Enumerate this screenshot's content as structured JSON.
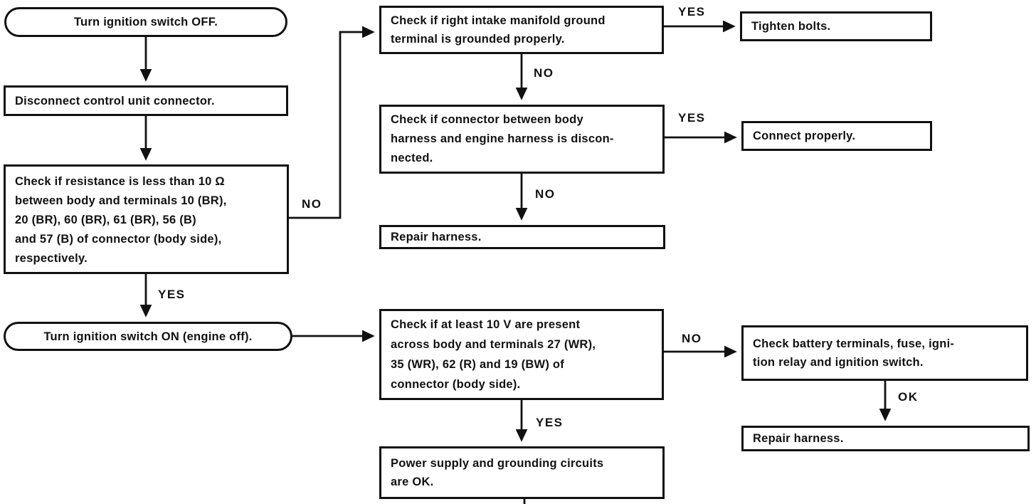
{
  "colors": {
    "ink": "#111111",
    "paper": "#ffffff"
  },
  "diagram": {
    "type": "flowchart",
    "subject": "power-supply-and-grounding-circuit-troubleshooting",
    "nodes": [
      {
        "id": "turn-ignition-off",
        "shape": "terminator",
        "label": "Turn ignition switch OFF."
      },
      {
        "id": "disconnect-cu",
        "shape": "process",
        "label": "Disconnect control unit connector."
      },
      {
        "id": "check-resistance",
        "shape": "process",
        "label": "Check if resistance is less than 10 Ω\nbetween body and terminals 10 (BR),\n20 (BR), 60 (BR), 61 (BR), 56 (B)\nand 57 (B) of connector (body side),\nrespectively."
      },
      {
        "id": "turn-ignition-on",
        "shape": "terminator",
        "label": "Turn ignition switch ON (engine off)."
      },
      {
        "id": "check-manifold",
        "shape": "process",
        "label": "Check if right intake manifold ground\nterminal is grounded properly."
      },
      {
        "id": "check-connector",
        "shape": "process",
        "label": "Check if connector between body\nharness and engine harness is discon-\nnected."
      },
      {
        "id": "repair-harness-mid",
        "shape": "process",
        "label": "Repair harness."
      },
      {
        "id": "check-voltage",
        "shape": "process",
        "label": "Check if at least 10 V are present\nacross body and terminals 27 (WR),\n35 (WR), 62 (R) and 19 (BW) of\nconnector (body side)."
      },
      {
        "id": "power-ok",
        "shape": "process",
        "label": "Power supply and grounding circuits\nare OK."
      },
      {
        "id": "tighten-bolts",
        "shape": "process",
        "label": "Tighten bolts."
      },
      {
        "id": "connect-properly",
        "shape": "process",
        "label": "Connect properly."
      },
      {
        "id": "check-battery",
        "shape": "process",
        "label": "Check battery terminals, fuse, igni-\ntion relay and ignition switch."
      },
      {
        "id": "repair-harness-right",
        "shape": "process",
        "label": "Repair harness."
      }
    ],
    "edges": [
      {
        "from": "turn-ignition-off",
        "to": "disconnect-cu",
        "label": ""
      },
      {
        "from": "disconnect-cu",
        "to": "check-resistance",
        "label": ""
      },
      {
        "from": "check-resistance",
        "to": "check-manifold",
        "label": "NO"
      },
      {
        "from": "check-resistance",
        "to": "turn-ignition-on",
        "label": "YES"
      },
      {
        "from": "turn-ignition-on",
        "to": "check-voltage",
        "label": ""
      },
      {
        "from": "check-manifold",
        "to": "tighten-bolts",
        "label": "YES"
      },
      {
        "from": "check-manifold",
        "to": "check-connector",
        "label": "NO"
      },
      {
        "from": "check-connector",
        "to": "connect-properly",
        "label": "YES"
      },
      {
        "from": "check-connector",
        "to": "repair-harness-mid",
        "label": "NO"
      },
      {
        "from": "check-voltage",
        "to": "check-battery",
        "label": "NO"
      },
      {
        "from": "check-voltage",
        "to": "power-ok",
        "label": "YES"
      },
      {
        "from": "check-battery",
        "to": "repair-harness-right",
        "label": "OK"
      }
    ]
  }
}
